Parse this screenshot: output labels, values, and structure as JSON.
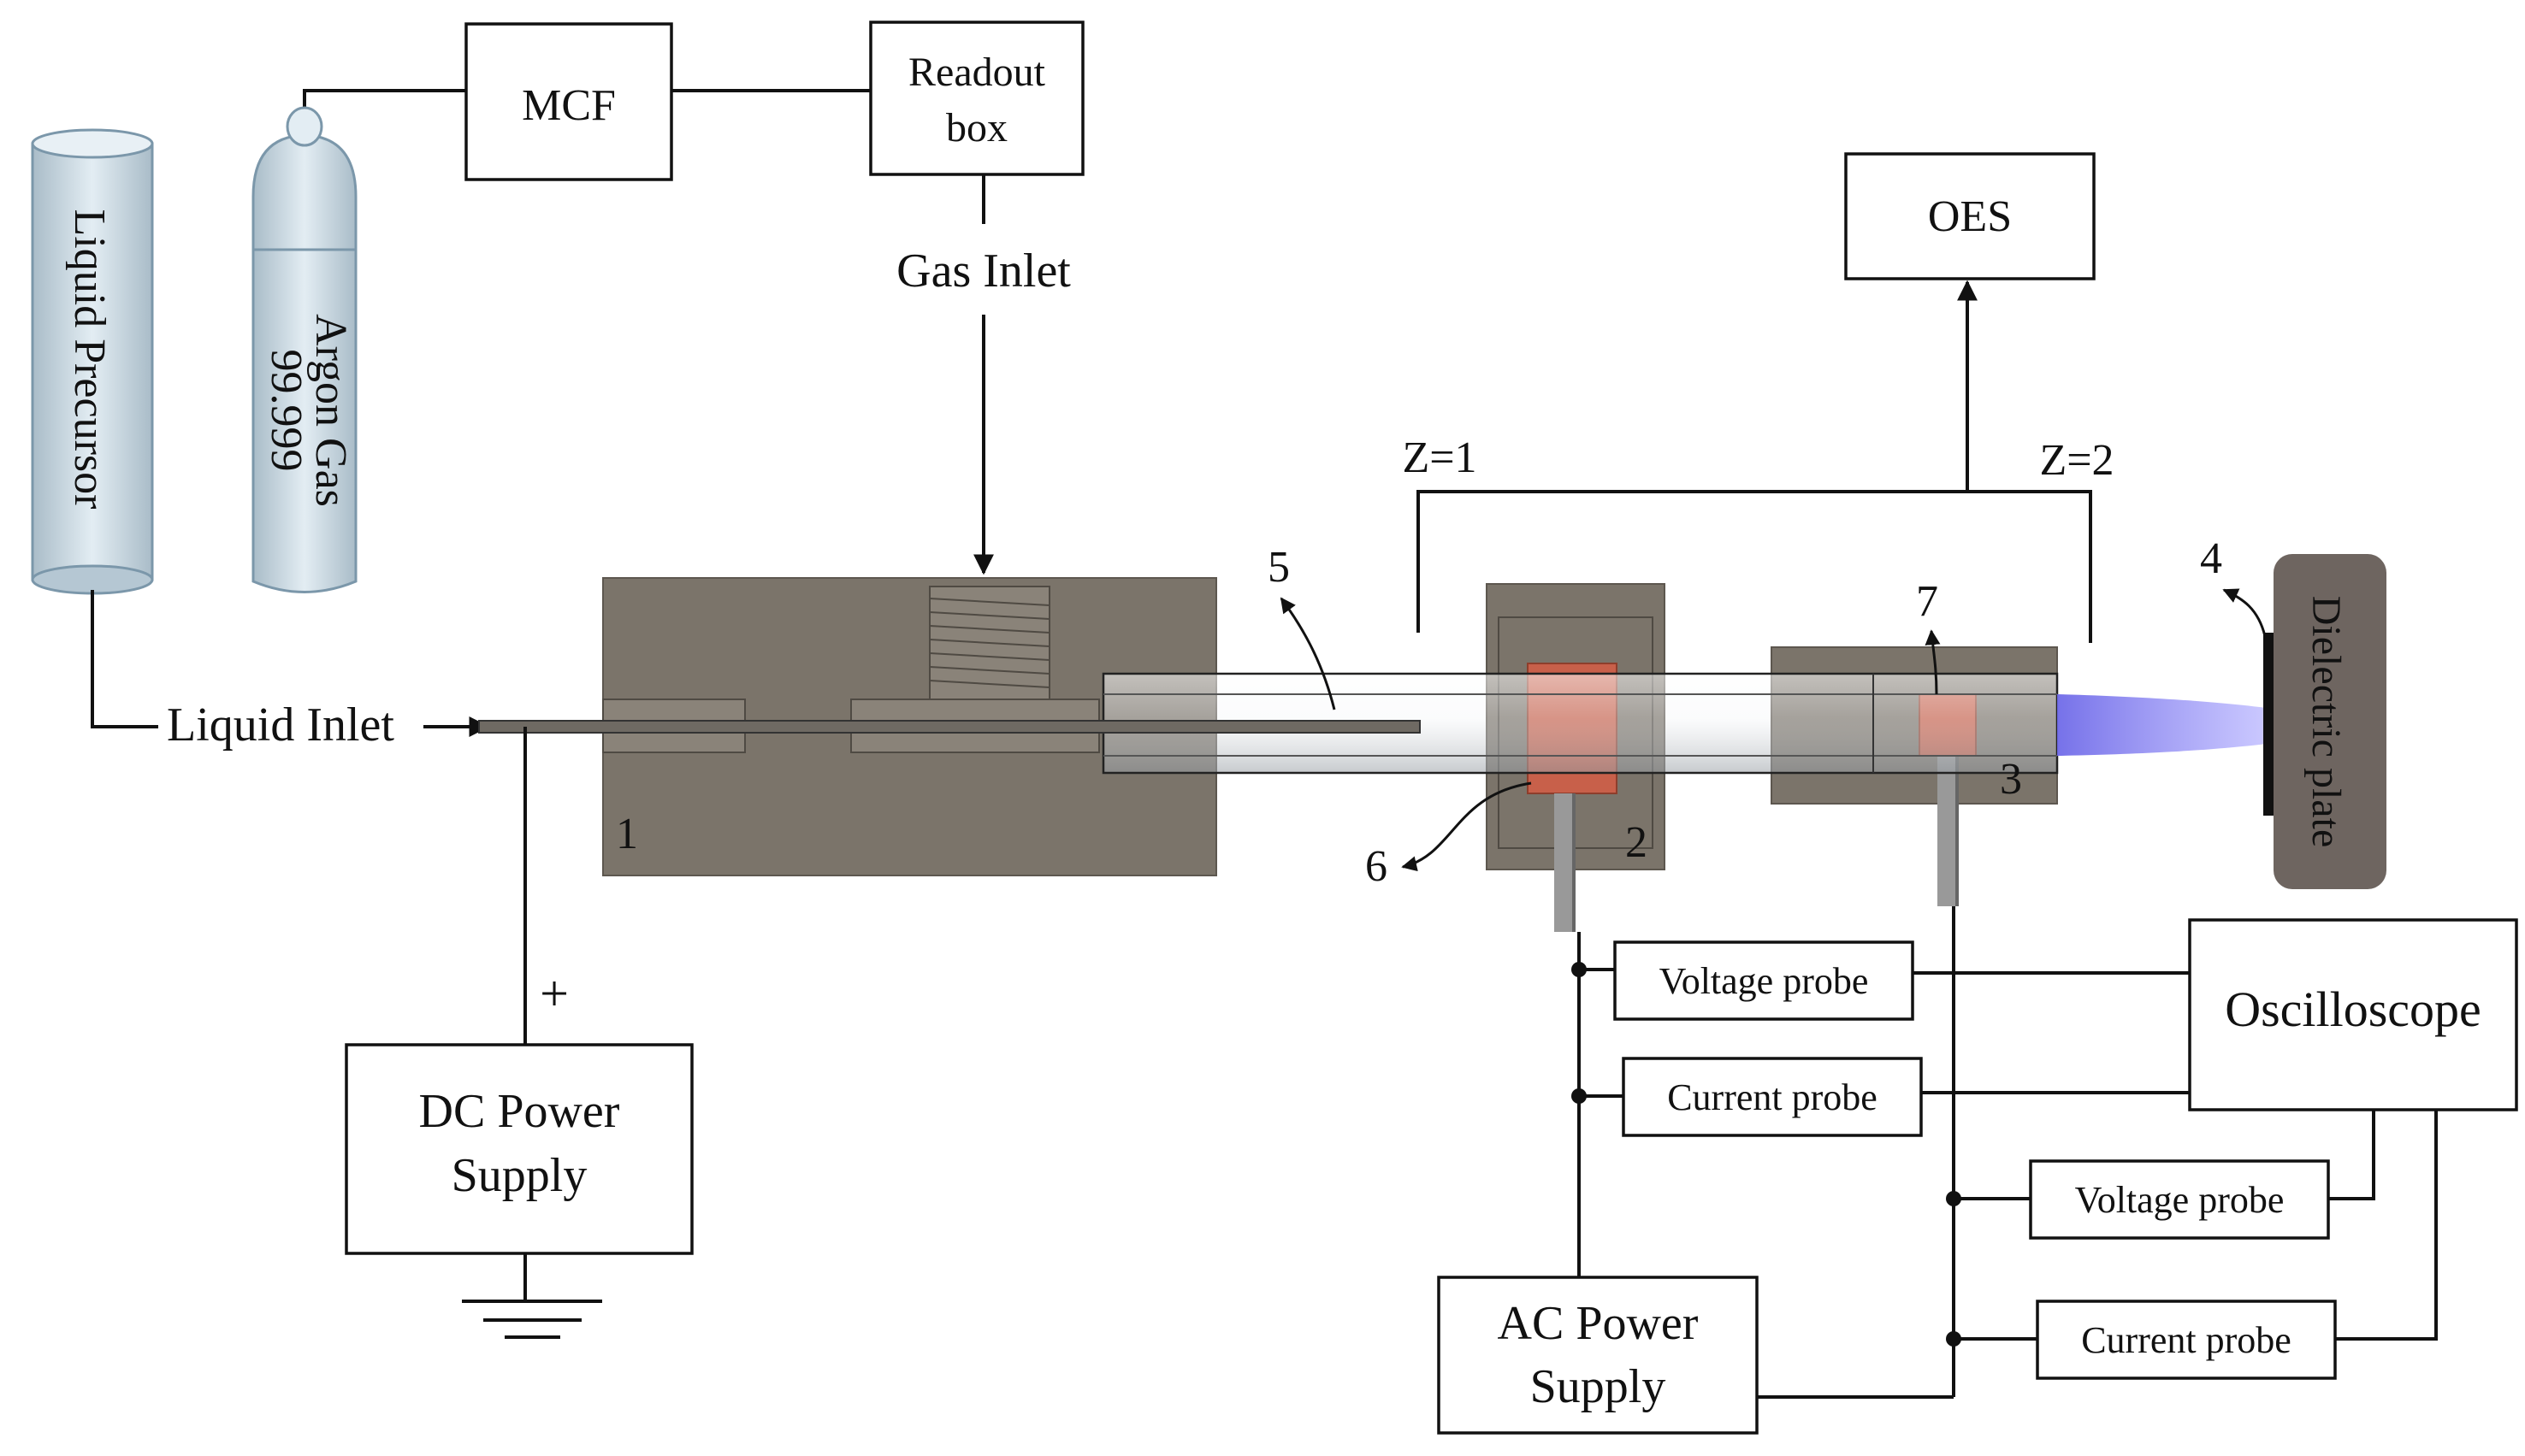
{
  "labels": {
    "mcf": "MCF",
    "readout_line1": "Readout",
    "readout_line2": "box",
    "gas_inlet": "Gas Inlet",
    "liquid_precursor": "Liquid Precursor",
    "argon_line1": "Argon Gas",
    "argon_line2": "99.999",
    "liquid_inlet": "Liquid Inlet",
    "dc_line1": "DC Power",
    "dc_line2": "Supply",
    "plus": "+",
    "oes": "OES",
    "z1": "Z=1",
    "z2": "Z=2",
    "dielectric_plate": "Dielectric plate",
    "voltage_probe": "Voltage probe",
    "current_probe": "Current probe",
    "oscilloscope": "Oscilloscope",
    "ac_line1": "AC Power",
    "ac_line2": "Supply"
  },
  "numbers": [
    "1",
    "2",
    "3",
    "4",
    "5",
    "6",
    "7"
  ],
  "colors": {
    "block": "#7b746a",
    "electrode": "#c8604a",
    "cylinder": "#c6d6e0",
    "plate": "#6e6560",
    "plasma": "#8a86ee"
  }
}
